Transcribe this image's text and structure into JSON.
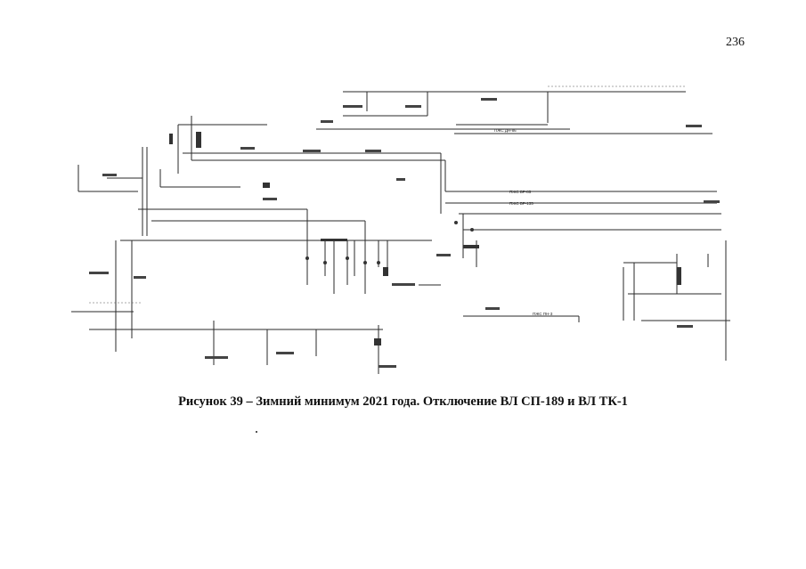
{
  "page": {
    "number": "236"
  },
  "figure": {
    "caption": "Рисунок 39 – Зимний минимум 2021 года. Отключение ВЛ СП-189 и ВЛ ТК-1",
    "feeder_labels": [
      {
        "id": "dn86",
        "text": "ПЖС ДН-86"
      },
      {
        "id": "bp85",
        "text": "ПЖС БР-85"
      },
      {
        "id": "bp135",
        "text": "ПЖС БР-135"
      },
      {
        "id": "pn3",
        "text": "ПЖС ПН-3"
      }
    ],
    "line_color": "#222222"
  }
}
